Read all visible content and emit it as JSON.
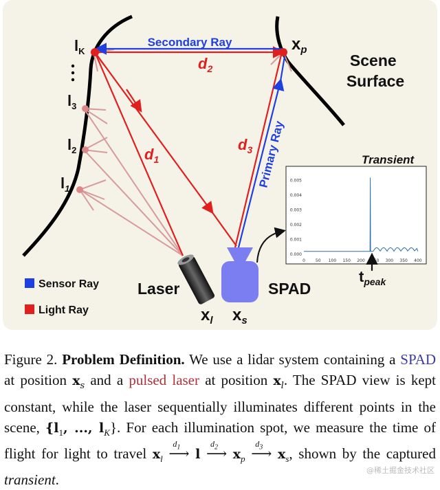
{
  "figure": {
    "labels": {
      "lk": "l",
      "lk_sub": "K",
      "l3": "l",
      "l3_sub": "3",
      "l2": "l",
      "l2_sub": "2",
      "l1": "l",
      "l1_sub": "1",
      "xp": "x",
      "xp_sub": "p",
      "xl": "x",
      "xl_sub": "l",
      "xs": "x",
      "xs_sub": "s",
      "scene_line1": "Scene",
      "scene_line2": "Surface",
      "secondary_ray": "Secondary Ray",
      "primary_ray": "Primary Ray",
      "d1": "d",
      "d1_sub": "1",
      "d2": "d",
      "d2_sub": "2",
      "d3": "d",
      "d3_sub": "3",
      "laser": "Laser",
      "spad": "SPAD",
      "transient_title": "Transient",
      "tpeak": "t",
      "tpeak_sub": "peak",
      "legend_sensor": "Sensor Ray",
      "legend_light": "Light Ray"
    },
    "colors": {
      "panel_bg": "#f5f3e8",
      "sensor_ray": "#1f3fe0",
      "light_ray": "#e01f1f",
      "light_ray_faint": "#d89a9a",
      "spad_body": "#7a7ef0"
    },
    "transient_plot": {
      "x_ticks": [
        "0",
        "50",
        "100",
        "150",
        "200",
        "250",
        "300",
        "350",
        "400"
      ],
      "y_ticks": [
        "0.000",
        "0.001",
        "0.002",
        "0.003",
        "0.004",
        "0.005"
      ],
      "peak_x": 233,
      "peak_y": 0.0052,
      "baseline_y": 0.0002
    }
  },
  "caption": {
    "label": "Figure 2.",
    "title": "Problem Definition.",
    "t1": " We use a lidar system containing a ",
    "spad_word": "SPAD",
    "t2": " at position ",
    "xs": "x",
    "xs_sub": "s",
    "t3": " and a ",
    "laser_word": "pulsed laser",
    "t4": " at position ",
    "xl": "x",
    "xl_sub": "l",
    "t5": ". The SPAD view is kept constant, while the laser sequentially illuminates different points in the scene, ",
    "set": "{l",
    "set_sub1": "1",
    "set_mid": ", ..., l",
    "set_subK": "K",
    "set_end": "}",
    "t6": ". For each illumination spot, we measure the time of flight for light to travel ",
    "chain": "x",
    "chain_l": "l",
    "chain_d1": "d",
    "chain_d1s": "1",
    "chain_lvar": "l",
    "chain_d2": "d",
    "chain_d2s": "2",
    "chain_xp": "x",
    "chain_xps": "p",
    "chain_d3": "d",
    "chain_d3s": "3",
    "chain_xs": "x",
    "chain_xss": "s",
    "t7": ", shown by the captured ",
    "transient_word": "transient",
    "t8": "."
  },
  "watermark": "@稀土掘金技术社区"
}
